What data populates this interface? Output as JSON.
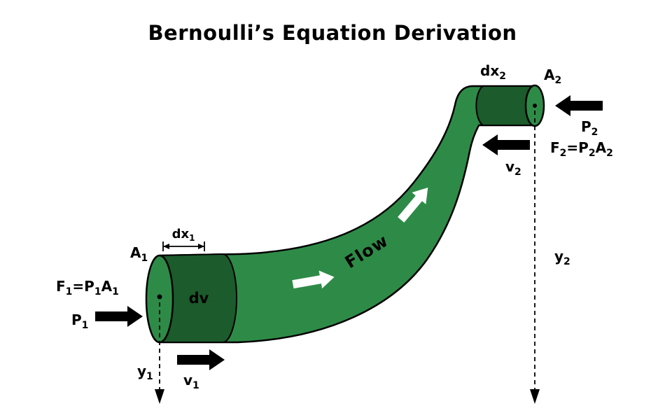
{
  "title": "Bernoulli’s Equation Derivation",
  "colors": {
    "pipe": "#2E8B47",
    "pipe_dark": "#1C5B2B",
    "outline": "#000000",
    "arrow_black": "#000000",
    "arrow_white": "#FFFFFF",
    "title_text": "#2D2D2D",
    "label_text": "#000000"
  },
  "labels": {
    "a1": {
      "base": "A",
      "sub": "1"
    },
    "dx1": {
      "base": "dx",
      "sub": "1"
    },
    "f1": {
      "b1": "F",
      "s1": "1",
      "b2": "=P",
      "s2": "1",
      "b3": "A",
      "s3": "1"
    },
    "p1": {
      "base": "P",
      "sub": "1"
    },
    "dv": "dv",
    "flow": "Flow",
    "y1": {
      "base": "y",
      "sub": "1"
    },
    "v1": {
      "base": "v",
      "sub": "1"
    },
    "dx2": {
      "base": "dx",
      "sub": "2"
    },
    "a2": {
      "base": "A",
      "sub": "2"
    },
    "p2": {
      "base": "P",
      "sub": "2"
    },
    "f2": {
      "b1": "F",
      "s1": "2",
      "b2": "=P",
      "s2": "2",
      "b3": "A",
      "s3": "2"
    },
    "v2": {
      "base": "v",
      "sub": "2"
    },
    "y2": {
      "base": "y",
      "sub": "2"
    }
  }
}
